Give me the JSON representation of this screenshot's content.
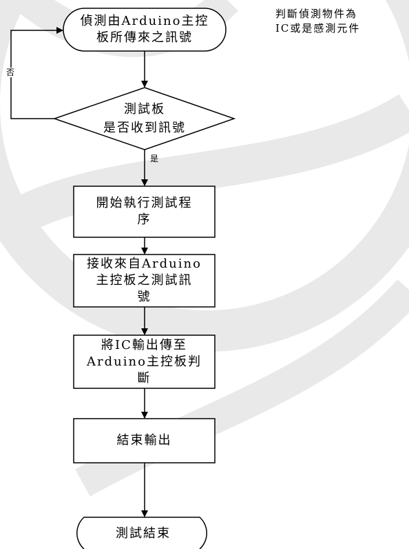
{
  "flowchart": {
    "nodes": {
      "detect": {
        "text": "偵測由Arduino主控\n板所傳來之訊號"
      },
      "decision": {
        "text": "測試板\n是否收到訊號"
      },
      "start_test": {
        "text": "開始執行測試程\n序"
      },
      "receive": {
        "text": "接收來自Arduino\n主控板之測試訊\n號"
      },
      "output_ic": {
        "text": "將IC輸出傳至\nArduino主控板判\n斷"
      },
      "end_output": {
        "text": "結束輸出"
      },
      "end_test": {
        "text": "測試結束"
      }
    },
    "edge_labels": {
      "no": "否",
      "yes": "是"
    },
    "side_note": "判斷偵測物件為\nIC或是感測元件"
  },
  "colors": {
    "stroke": "#000000",
    "watermark": "#e9e9e9"
  }
}
